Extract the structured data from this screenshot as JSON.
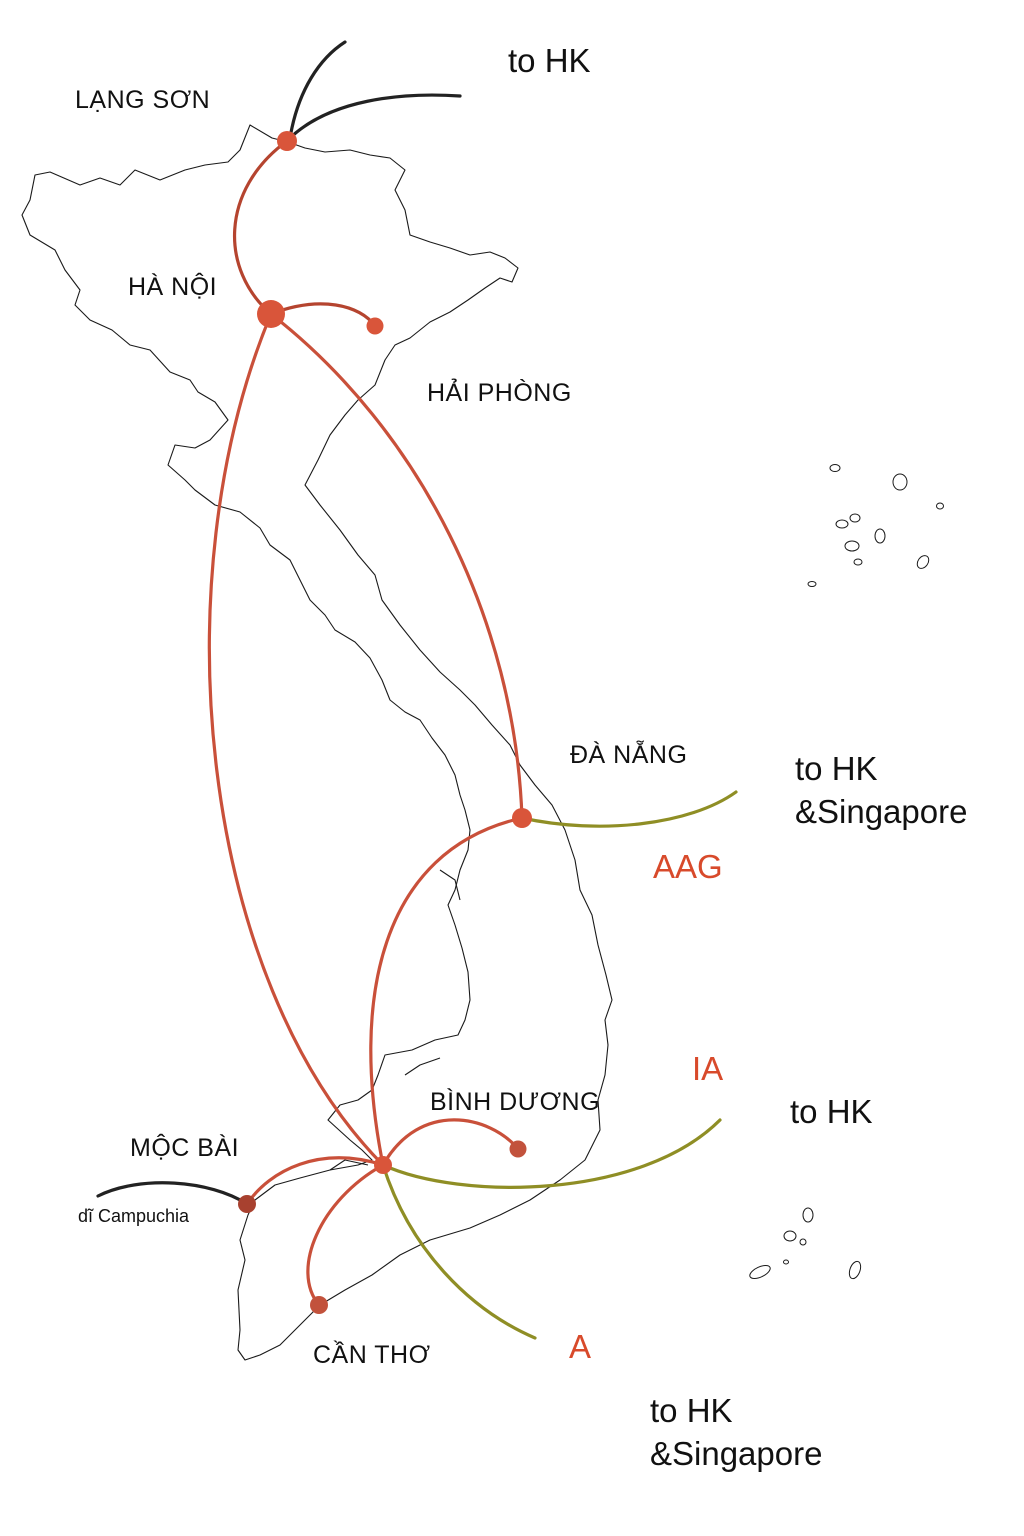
{
  "colors": {
    "domestic_route": "#c9503a",
    "domestic_route_dark": "#b5442f",
    "international_route": "#8f8e25",
    "border_route": "#222222",
    "node": "#d9553a",
    "node_dark": "#a8412f",
    "cable_label": "#d84a2b"
  },
  "cities": {
    "lang_son": "LẠNG SƠN",
    "ha_noi": "HÀ NỘI",
    "hai_phong": "HẢI PHÒNG",
    "da_nang": "ĐÀ NẴNG",
    "binh_duong": "BÌNH DƯƠNG",
    "moc_bai": "MỘC BÀI",
    "can_tho": "CẦN THƠ"
  },
  "destinations": {
    "north": "to HK",
    "da_nang_line1": "to HK",
    "da_nang_line2": "&Singapore",
    "ia": "to HK",
    "south_line1": "to HK",
    "south_line2": "&Singapore",
    "cambodia": "dĩ Campuchia"
  },
  "cables": {
    "aag": "AAG",
    "ia": "IA",
    "a": "A"
  }
}
